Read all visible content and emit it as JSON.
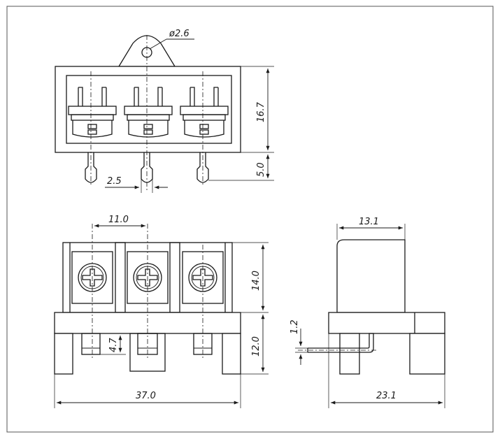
{
  "dimensions": {
    "hole_diameter": "ø2.6",
    "pin_pitch": "2.5",
    "top_height": "16.7",
    "pin_length": "5.0",
    "terminal_pitch": "11.0",
    "screw_height": "14.0",
    "base_height": "12.0",
    "pin_offset": "4.7",
    "overall_length": "37.0",
    "side_width": "13.1",
    "side_depth": "23.1",
    "pin_thickness": "1.2"
  }
}
